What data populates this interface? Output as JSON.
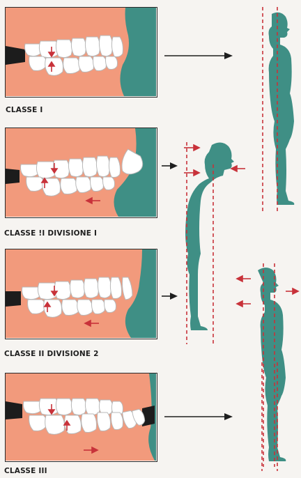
{
  "colors": {
    "gum": "#f29a7c",
    "teal": "#3f8f85",
    "tooth": "#ffffff",
    "guide": "#c8323a",
    "ink": "#1e1e1e"
  },
  "classes": [
    {
      "label": "CLASSE I",
      "icon": "molar-arrows-icon"
    },
    {
      "label": "CLASSE !I DIVISIONE I",
      "icon": "molar-arrows-icon"
    },
    {
      "label": "CLASSE II DIVISIONE 2",
      "icon": "molar-arrows-icon"
    },
    {
      "label": "CLASSE III",
      "icon": "molar-arrows-icon"
    }
  ]
}
